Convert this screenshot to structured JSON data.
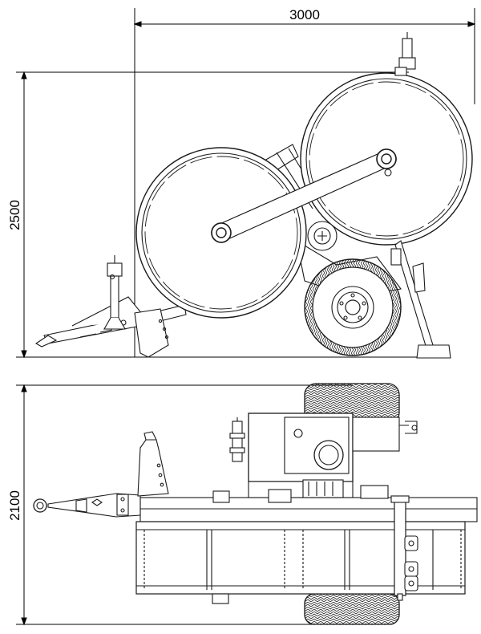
{
  "drawing": {
    "dimensions": {
      "length": "3000",
      "height": "2500",
      "width": "2100"
    },
    "views": [
      "side-view",
      "top-view"
    ],
    "line_color": "#1a1a1a",
    "background": "#ffffff"
  }
}
